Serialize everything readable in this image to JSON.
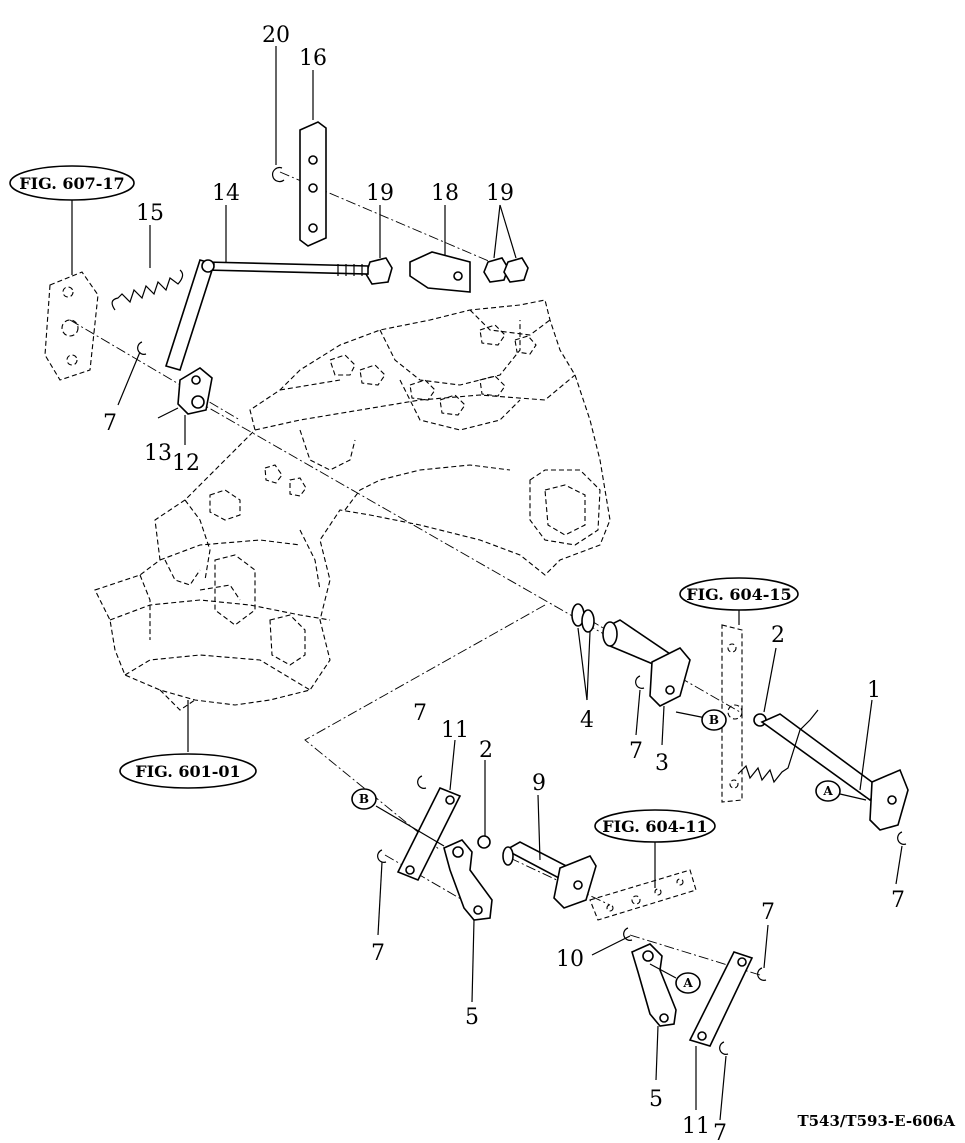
{
  "figure_code": "T543/T593-E-606A",
  "references": {
    "fig_607_17": "FIG. 607-17",
    "fig_604_15": "FIG. 604-15",
    "fig_601_01": "FIG. 601-01",
    "fig_604_11": "FIG. 604-11"
  },
  "connectors": {
    "a": "A",
    "b": "B"
  },
  "callouts": {
    "c20": "20",
    "c16": "16",
    "c19a": "19",
    "c18": "18",
    "c19b": "19",
    "c15": "15",
    "c14": "14",
    "c7a": "7",
    "c13": "13",
    "c12": "12",
    "c4": "4",
    "c7b": "7",
    "c3": "3",
    "c2a": "2",
    "c1": "1",
    "c7c": "7",
    "c11a": "11",
    "c2b": "2",
    "c9": "9",
    "c7d": "7",
    "c7e": "7",
    "c5a": "5",
    "c10": "10",
    "c7f": "7",
    "c5b": "5",
    "c11b": "11",
    "c7g": "7"
  }
}
